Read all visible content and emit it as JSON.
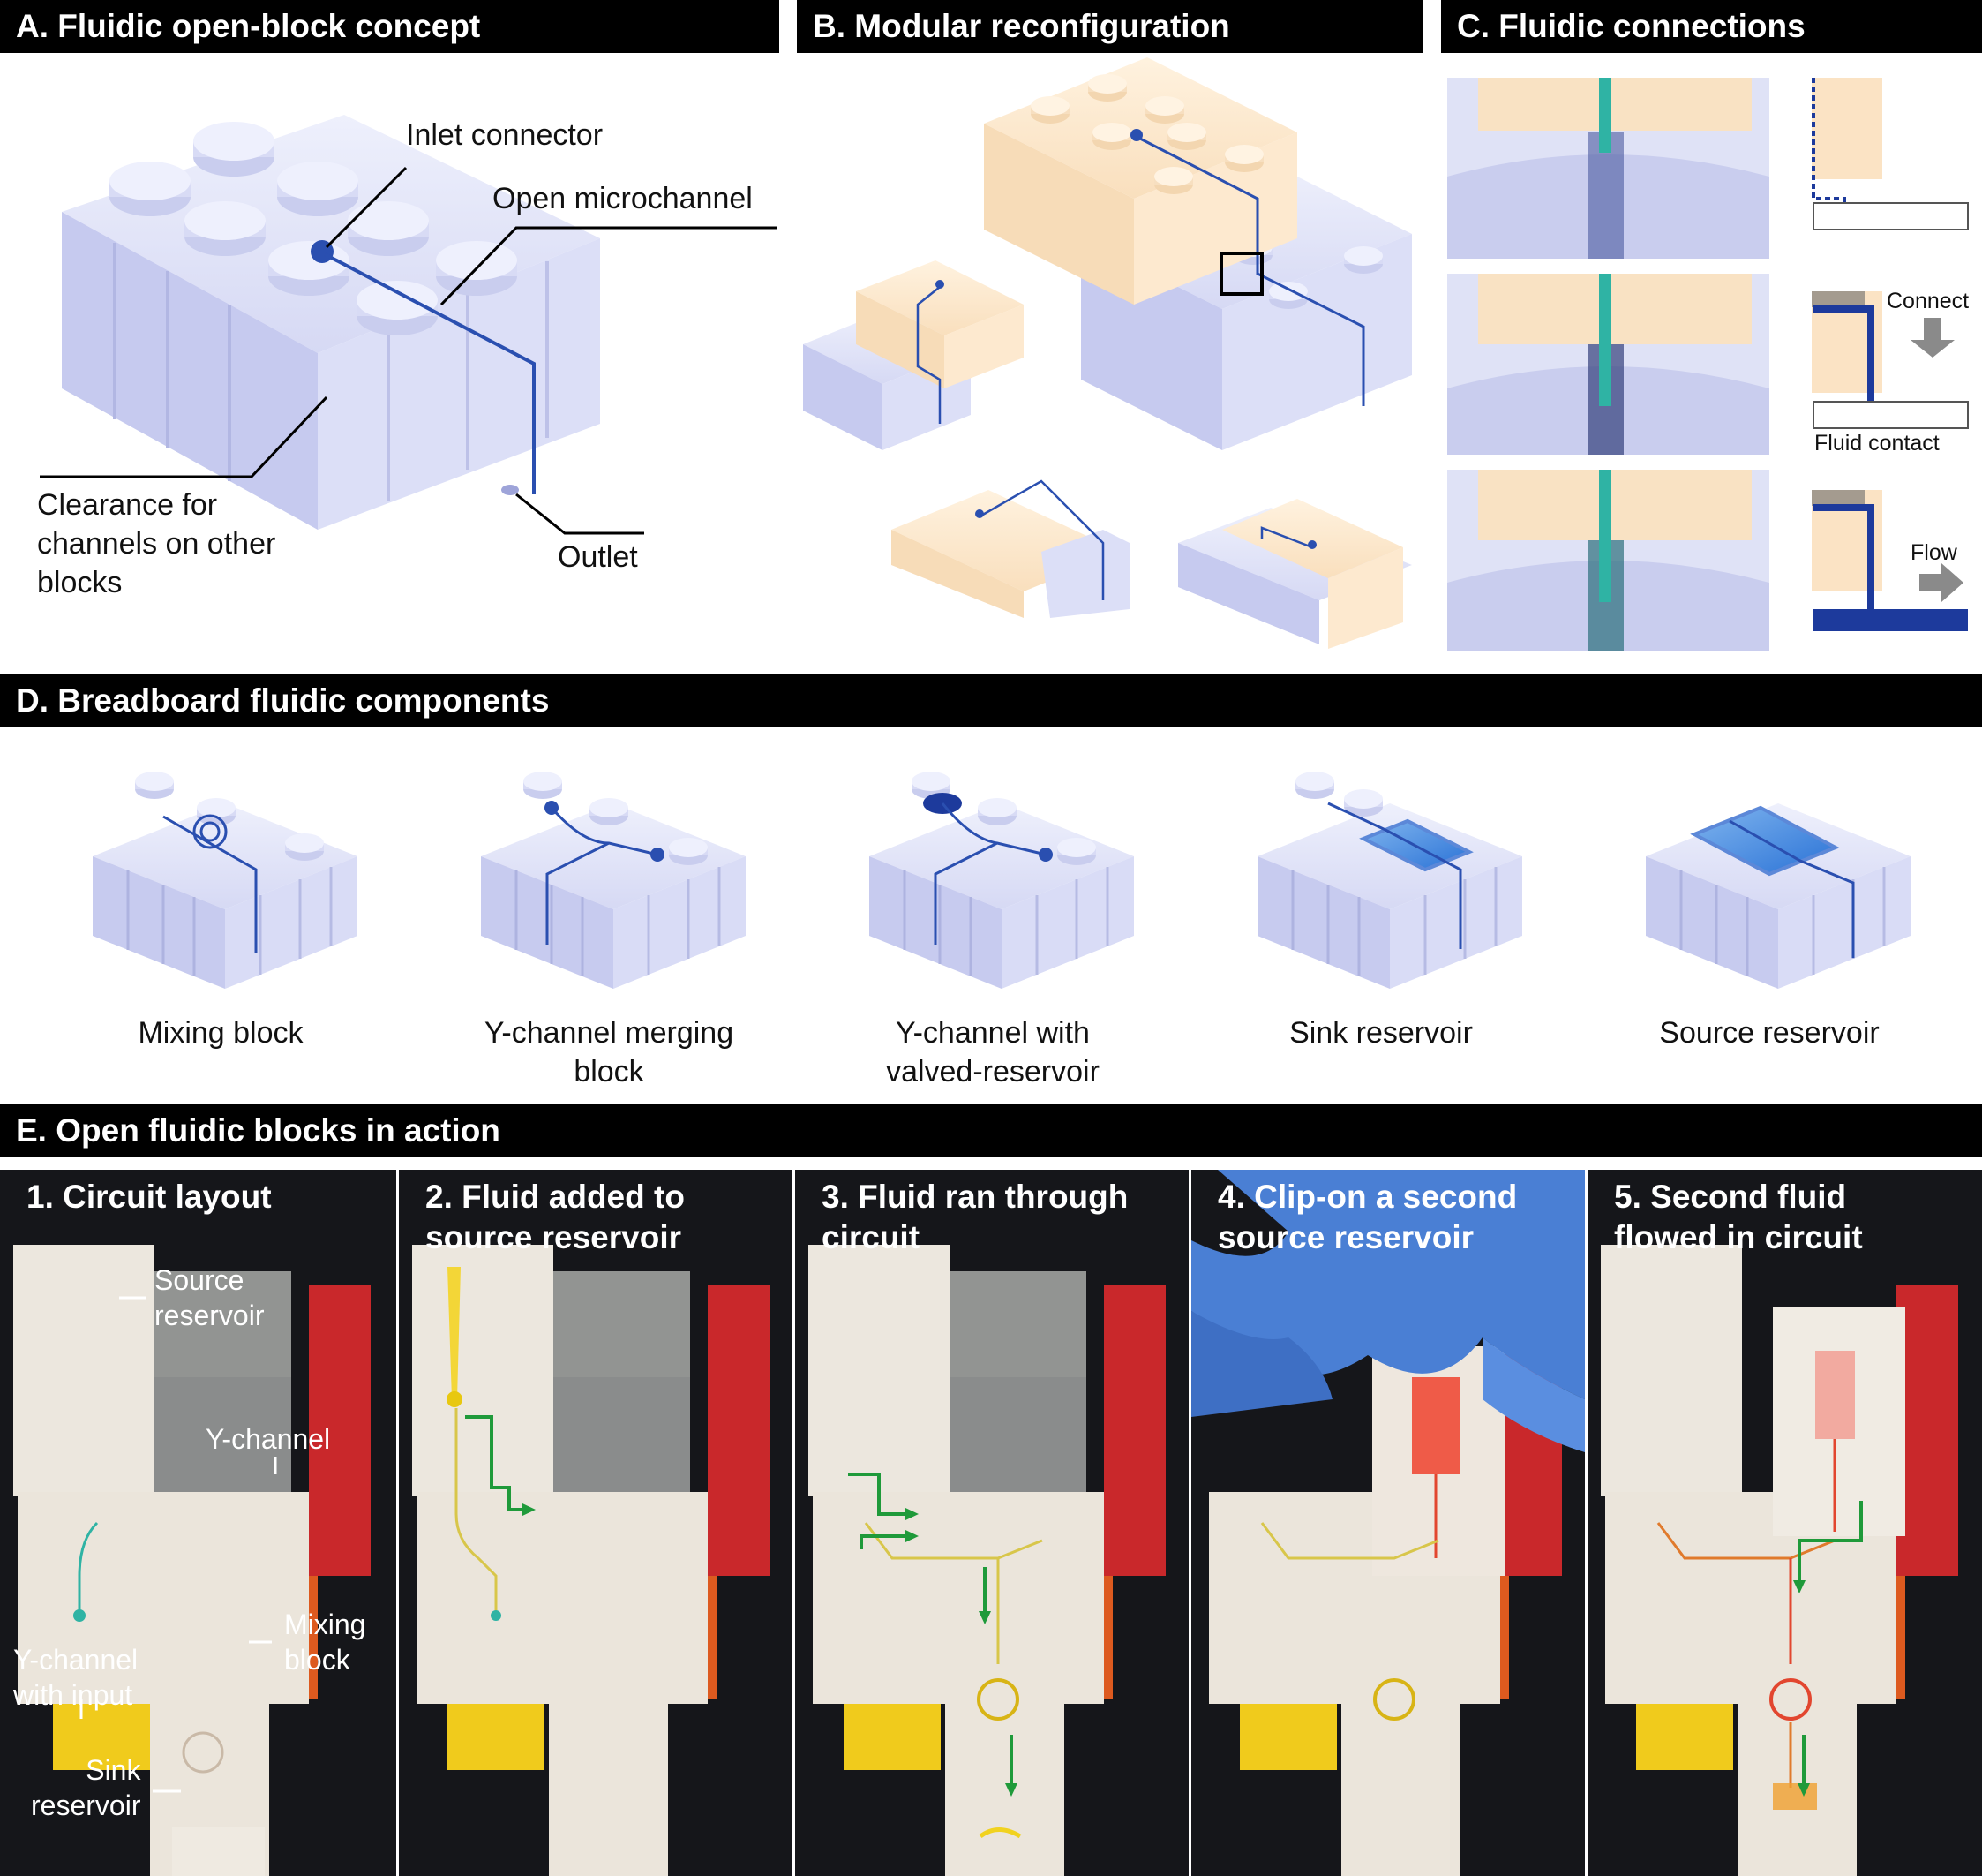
{
  "section_a": {
    "title": "A. Fluidic open-block concept",
    "inlet": "Inlet connector",
    "channel": "Open microchannel",
    "clearance": [
      "Clearance for",
      "channels on other",
      "blocks"
    ],
    "outlet": "Outlet"
  },
  "section_b": {
    "title": "B. Modular reconfiguration"
  },
  "section_c": {
    "title": "C. Fluidic connections",
    "connect": "Connect",
    "fluid_contact": "Fluid contact",
    "flow": "Flow"
  },
  "section_d": {
    "title": "D. Breadboard fluidic components",
    "components": [
      [
        "Mixing block"
      ],
      [
        "Y-channel merging",
        "block"
      ],
      [
        "Y-channel with",
        "valved-reservoir"
      ],
      [
        "Sink reservoir"
      ],
      [
        "Source reservoir"
      ]
    ]
  },
  "section_e": {
    "title": "E. Open fluidic blocks in action",
    "steps": [
      [
        "1. Circuit layout"
      ],
      [
        "2. Fluid added to",
        "source reservoir"
      ],
      [
        "3. Fluid ran through",
        "circuit"
      ],
      [
        "4. Clip-on a second",
        "source reservoir"
      ],
      [
        "5. Second fluid",
        "flowed in circuit"
      ]
    ],
    "labels": {
      "source": [
        "Source",
        "reservoir"
      ],
      "ychannel": "Y-channel",
      "ychannel_input": [
        "Y-channel",
        "with input"
      ],
      "mixing": [
        "Mixing",
        "block"
      ],
      "sink": [
        "Sink",
        "reservoir"
      ]
    }
  },
  "colors": {
    "block": "#dfe1f7",
    "block_dark": "#b9bde6",
    "peach": "#fde8cc",
    "channel": "#2a4fb0",
    "teal": "#2fb3a4",
    "yellow": "#f1d21f",
    "red": "#d92b2b",
    "orange": "#e35a1c",
    "green_arrow": "#1f9a3a"
  }
}
